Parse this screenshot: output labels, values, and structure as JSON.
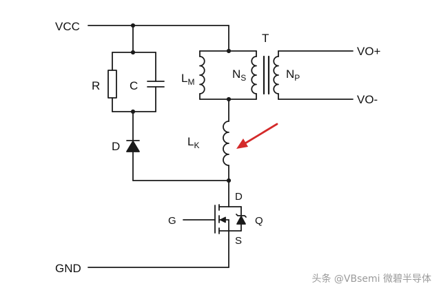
{
  "labels": {
    "vcc": "VCC",
    "gnd": "GND",
    "r": "R",
    "c": "C",
    "d_diode": "D",
    "lm_main": "L",
    "lm_sub": "M",
    "ns_main": "N",
    "ns_sub": "S",
    "np_main": "N",
    "np_sub": "P",
    "t": "T",
    "lk_main": "L",
    "lk_sub": "K",
    "vo_plus": "VO+",
    "vo_minus": "VO-",
    "mos_d": "D",
    "mos_g": "G",
    "mos_s": "S",
    "mos_q": "Q"
  },
  "colors": {
    "line": "#1a1a1a",
    "arrow": "#d42a2a",
    "watermark": "#9a9a9a"
  },
  "watermark": "头条 @VBsemi 微碧半导体"
}
